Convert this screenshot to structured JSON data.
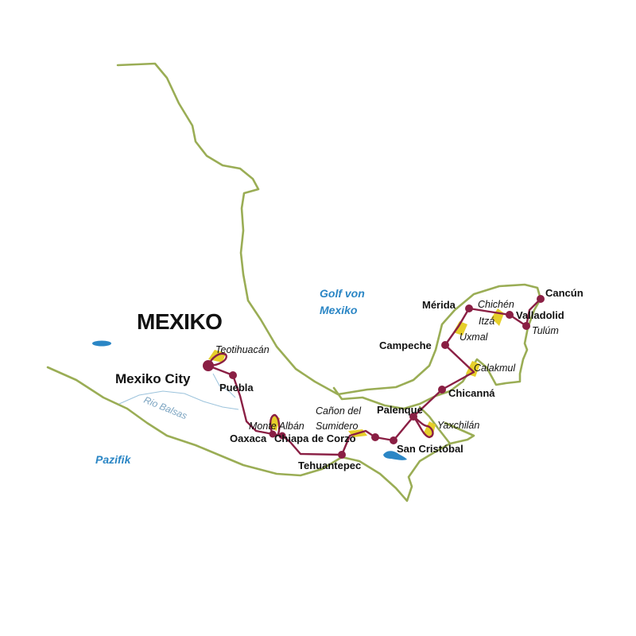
{
  "country": "MEXIKO",
  "capital": "Mexiko City",
  "waters": {
    "gulf_line1": "Golf von",
    "gulf_line2": "Mexiko",
    "pacific": "Pazifik",
    "river": "Rio Balsas"
  },
  "cities": {
    "puebla": "Puebla",
    "oaxaca": "Oaxaca",
    "chiapa": "Chiapa de Corzo",
    "tehuantepec": "Tehuantepec",
    "san_cristobal": "San Cristóbal",
    "palenque": "Palenque",
    "chicanna": "Chicanná",
    "campeche": "Campeche",
    "merida": "Mérida",
    "valladolid": "Valladolid",
    "cancun": "Cancún"
  },
  "sites": {
    "teotihuacan": "Teotihuacán",
    "monte_alban": "Monte Albán",
    "canon_line1": "Cañon del",
    "canon_line2": "Sumidero",
    "yaxchilan": "Yaxchilán",
    "calakmul": "Calakmul",
    "uxmal": "Uxmal",
    "chichen_line1": "Chichén",
    "chichen_line2": "Itzá",
    "tulum": "Tulúm"
  },
  "colors": {
    "coast": "#9aad55",
    "route": "#8a1f44",
    "site_marker": "#e6cf2a",
    "water_label": "#2b86c5",
    "lake": "#2b86c5",
    "river": "#9cc3dc"
  }
}
